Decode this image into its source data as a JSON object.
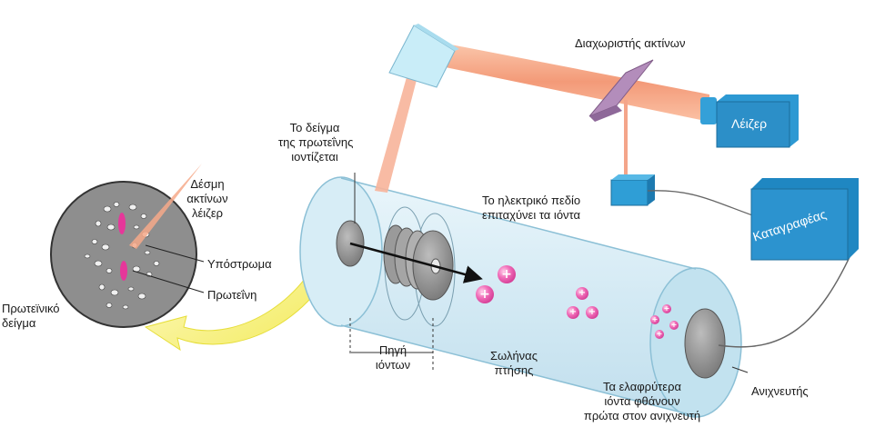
{
  "labels": {
    "beam_splitter": "Διαχωριστής ακτίνων",
    "laser": "Λέιζερ",
    "recorder": "Καταγραφέας",
    "sample_ionized_1": "Το δείγμα",
    "sample_ionized_2": "της πρωτεΐνης",
    "sample_ionized_3": "ιοντίζεται",
    "laser_beam_1": "Δέσμη",
    "laser_beam_2": "ακτίνων",
    "laser_beam_3": "λέιζερ",
    "substrate": "Υπόστρωμα",
    "protein": "Πρωτεΐνη",
    "protein_sample_1": "Πρωτεϊνικό",
    "protein_sample_2": "δείγμα",
    "field_1": "Το ηλεκτρικό πεδίο",
    "field_2": "επιταχύνει τα ιόντα",
    "ion_source_1": "Πηγή",
    "ion_source_2": "ιόντων",
    "flight_tube_1": "Σωλήνας",
    "flight_tube_2": "πτήσης",
    "lighter_ions_1": "Τα ελαφρύτερα",
    "lighter_ions_2": "ιόντα φθάνουν",
    "lighter_ions_3": "πρώτα στον ανιχνευτή",
    "detector": "Ανιχνευτής"
  },
  "ion_symbol": "+",
  "colors": {
    "tube": "#cfe9f4",
    "tube_edge": "#7fb6cf",
    "laser_box": "#2f9fd8",
    "beam": "#f6a989",
    "prism": "#c7ecf7",
    "splitter": "#b98fc0",
    "ion": "#e64aa5",
    "arrow_yellow": "#f4ef6a",
    "sample_disc": "#8a8a8a"
  }
}
